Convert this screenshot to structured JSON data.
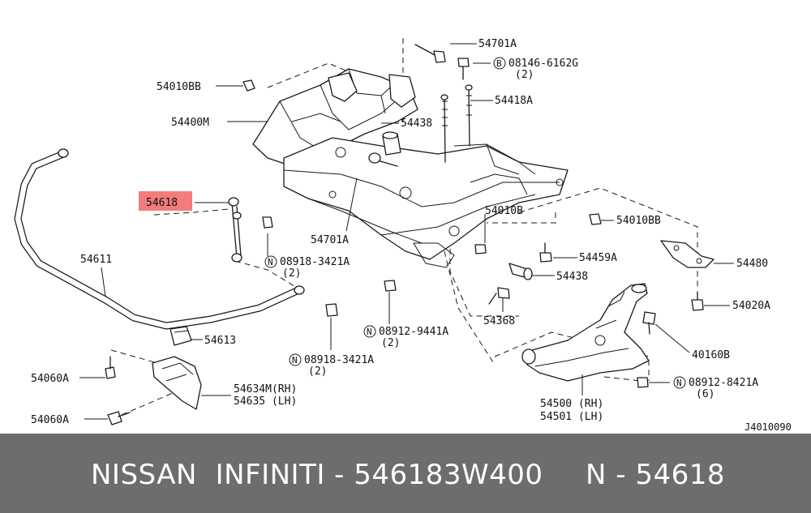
{
  "diagram": {
    "highlight_color": "#f47c7c",
    "drawing_code": "J4010090",
    "callouts": [
      {
        "id": "c54701a_top",
        "text": "54701A"
      },
      {
        "id": "c08146",
        "text": "08146-6162G",
        "prefix": "B"
      },
      {
        "id": "c08146_qty",
        "text": "(2)"
      },
      {
        "id": "c54010bb_l",
        "text": "54010BB"
      },
      {
        "id": "c54418a",
        "text": "54418A"
      },
      {
        "id": "c54400m",
        "text": "54400M"
      },
      {
        "id": "c54438_top",
        "text": "54438"
      },
      {
        "id": "c54618",
        "text": "54618"
      },
      {
        "id": "c54010b",
        "text": "54010B"
      },
      {
        "id": "c54010bb_r",
        "text": "54010BB"
      },
      {
        "id": "c54701a_mid",
        "text": "54701A"
      },
      {
        "id": "c54480",
        "text": "54480"
      },
      {
        "id": "c54611",
        "text": "54611"
      },
      {
        "id": "c08918_a",
        "text": "08918-3421A",
        "prefix": "N"
      },
      {
        "id": "c08918_a_qty",
        "text": "(2)"
      },
      {
        "id": "c54459a",
        "text": "54459A"
      },
      {
        "id": "c54438_mid",
        "text": "54438"
      },
      {
        "id": "c54020a",
        "text": "54020A"
      },
      {
        "id": "c54368",
        "text": "54368"
      },
      {
        "id": "c54613",
        "text": "54613"
      },
      {
        "id": "c08912_9441",
        "text": "08912-9441A",
        "prefix": "N"
      },
      {
        "id": "c08912_9441_qty",
        "text": "(2)"
      },
      {
        "id": "c40160b",
        "text": "40160B"
      },
      {
        "id": "c08918_b",
        "text": "08918-3421A",
        "prefix": "N"
      },
      {
        "id": "c08918_b_qty",
        "text": "(2)"
      },
      {
        "id": "c54060a_top",
        "text": "54060A"
      },
      {
        "id": "c54634m",
        "text": "54634M(RH)"
      },
      {
        "id": "c54635",
        "text": "54635 (LH)"
      },
      {
        "id": "c08912_8421",
        "text": "08912-8421A",
        "prefix": "N"
      },
      {
        "id": "c08912_8421_qty",
        "text": "(6)"
      },
      {
        "id": "c54500",
        "text": "54500 (RH)"
      },
      {
        "id": "c54501",
        "text": "54501 (LH)"
      },
      {
        "id": "c54060a_bot",
        "text": "54060A"
      }
    ]
  },
  "footer": {
    "brand": "NISSAN  INFINITI - 546183W400",
    "part_number": "N - 54618",
    "background": "#6d6d6d"
  }
}
